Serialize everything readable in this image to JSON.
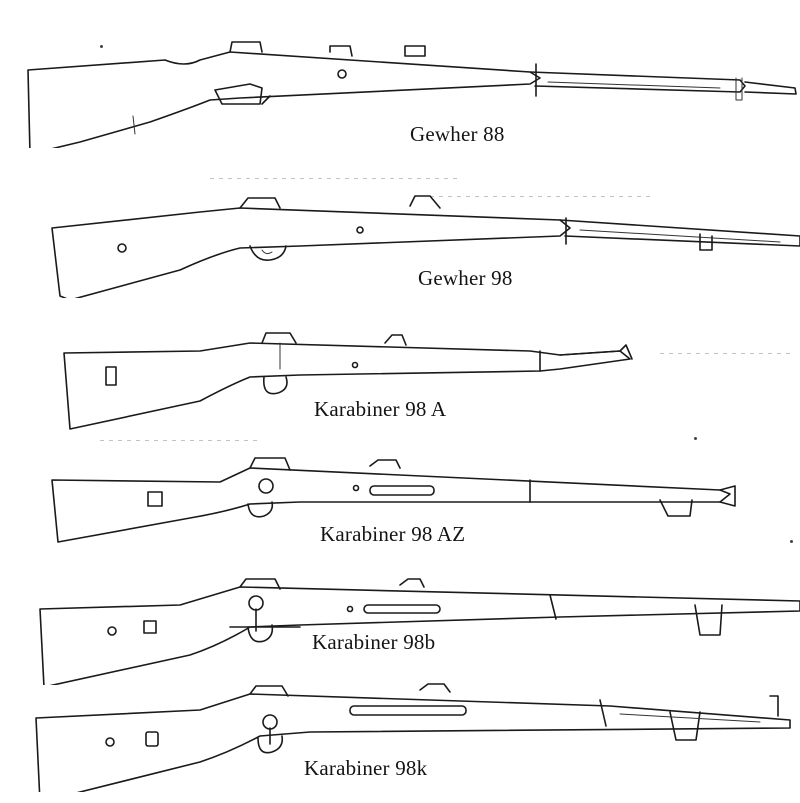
{
  "rifles": [
    {
      "label": "Gewher 88"
    },
    {
      "label": "Gewher 98"
    },
    {
      "label": "Karabiner 98 A"
    },
    {
      "label": "Karabiner 98 AZ"
    },
    {
      "label": "Karabiner 98b"
    },
    {
      "label": "Karabiner 98k"
    }
  ]
}
